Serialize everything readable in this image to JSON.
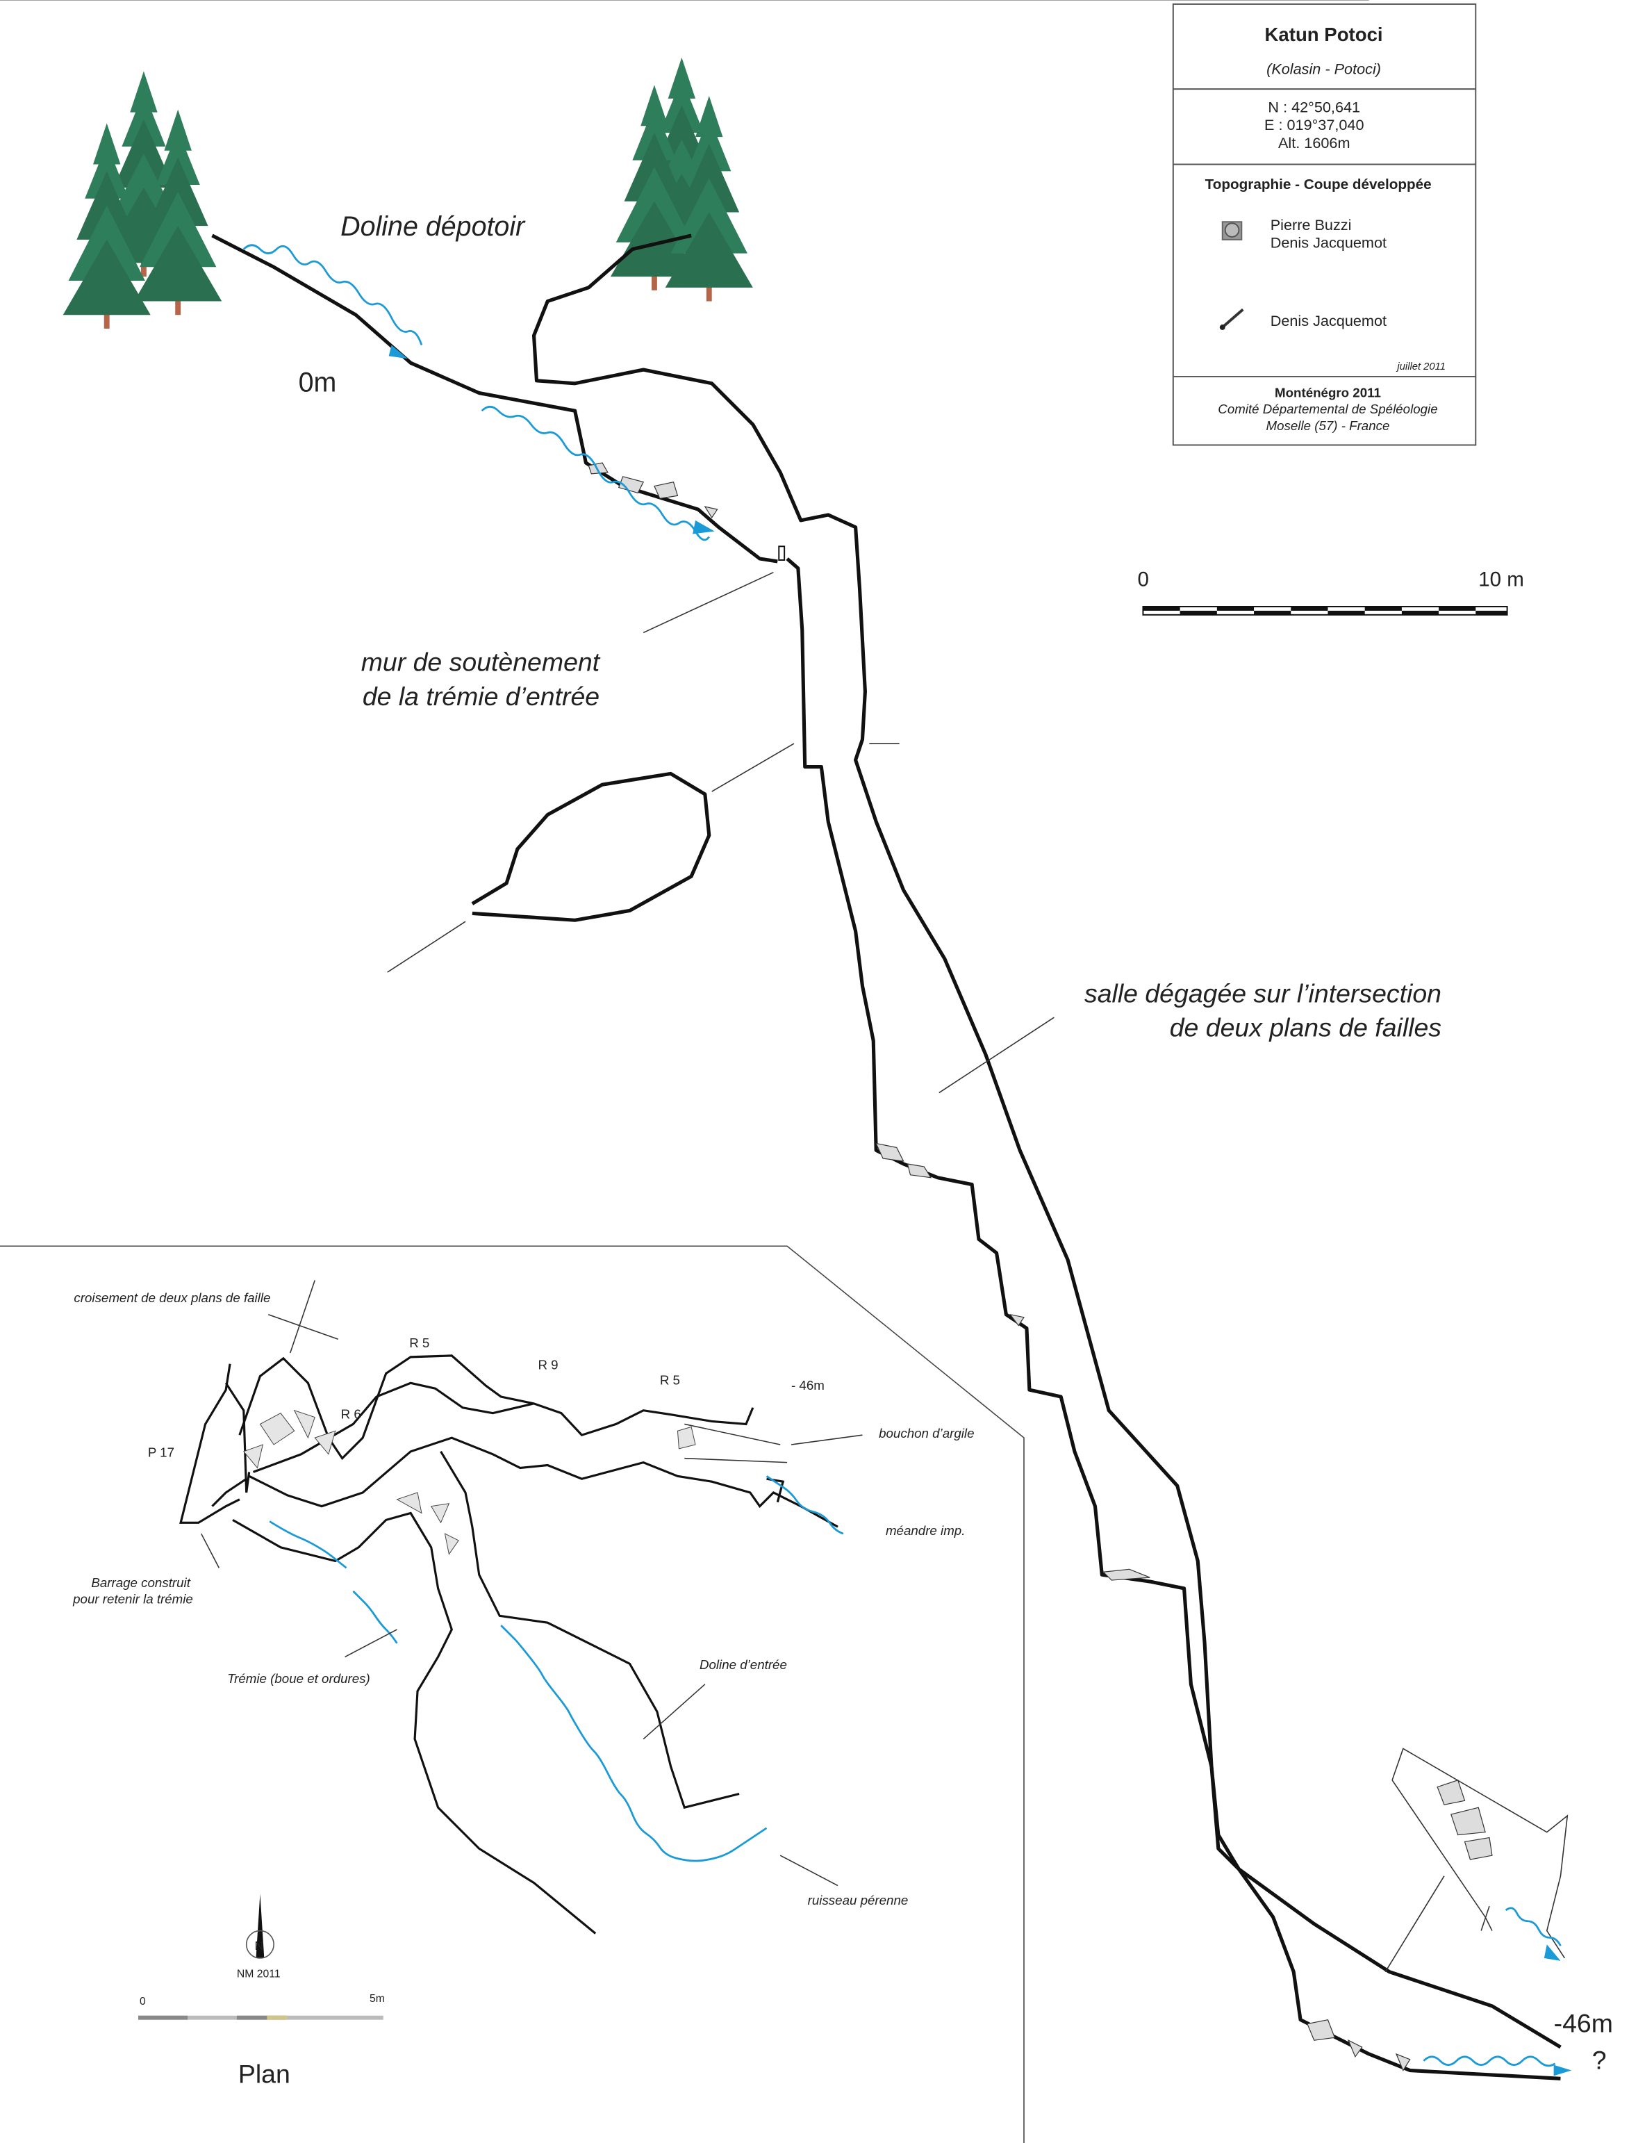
{
  "title_block": {
    "cave_name": "Katun Potoci",
    "location": "(Kolasin - Potoci)",
    "coord_n": "N : 42°50,641",
    "coord_e": "E : 019°37,040",
    "altitude": "Alt. 1606m",
    "survey_type": "Topographie - Coupe développée",
    "surveyors": [
      "Pierre Buzzi",
      "Denis Jacquemot"
    ],
    "drawer": "Denis Jacquemot",
    "date": "juillet 2011",
    "expedition": "Monténégro 2011",
    "org_line1": "Comité Départemental de Spéléologie",
    "org_line2": "Moselle (57) - France",
    "icons": [
      "compass-icon",
      "brush-icon"
    ]
  },
  "section": {
    "doline_label": "Doline dépotoir",
    "depth_top": "0m",
    "wall_label_1": "mur de soutènement",
    "wall_label_2": "de la trémie d’entrée",
    "hall_label_1": "salle dégagée sur l’intersection",
    "hall_label_2": "de deux plans de failles",
    "depth_bottom": "-46m",
    "unknown": "?",
    "scale_start": "0",
    "scale_end": "10 m"
  },
  "plan": {
    "fault_label": "croisement de deux plans de faille",
    "p17": "P 17",
    "r6": "R 6",
    "r5a": "R 5",
    "r9": "R 9",
    "r5b": "R 5",
    "depth": "- 46m",
    "clay_label": "bouchon d’argile",
    "meander_label": "méandre imp.",
    "dam_label_1": "Barrage construit",
    "dam_label_2": "pour retenir la trémie",
    "scree_label": "Trémie (boue et ordures)",
    "doline_label": "Doline d’entrée",
    "stream_label": "ruisseau pérenne",
    "north_label": "NM 2011",
    "scale_start": "0",
    "scale_end": "5m",
    "title": "Plan"
  },
  "colors": {
    "water": "#1a9ad6",
    "tree": "#2e7d5b",
    "trunk": "#b5654a"
  }
}
